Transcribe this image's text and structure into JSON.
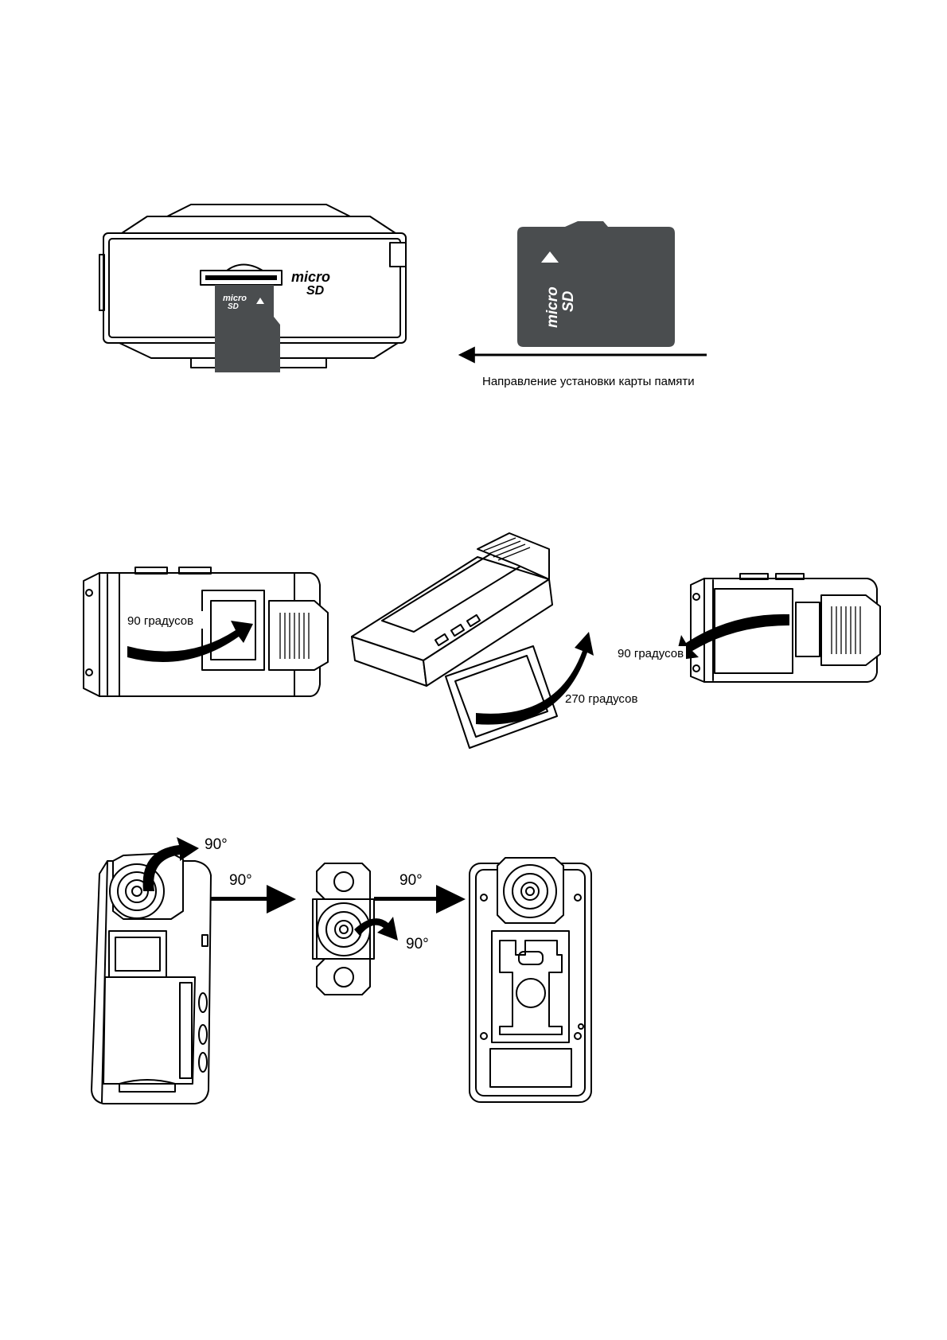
{
  "figure1": {
    "card_logo_top": "micro",
    "card_logo_bottom": "SD",
    "device_logo_top": "micro",
    "device_logo_bottom": "SD",
    "caption": "Направление установки карты памяти"
  },
  "figure2": {
    "left_label": "90 градусов",
    "center_label": "270 градусов",
    "right_label": "90 градусов"
  },
  "figure3": {
    "label_lens_rotate": "90°",
    "label_arrow_1": "90°",
    "label_arrow_2": "90°",
    "label_lens_spin": "90°"
  }
}
